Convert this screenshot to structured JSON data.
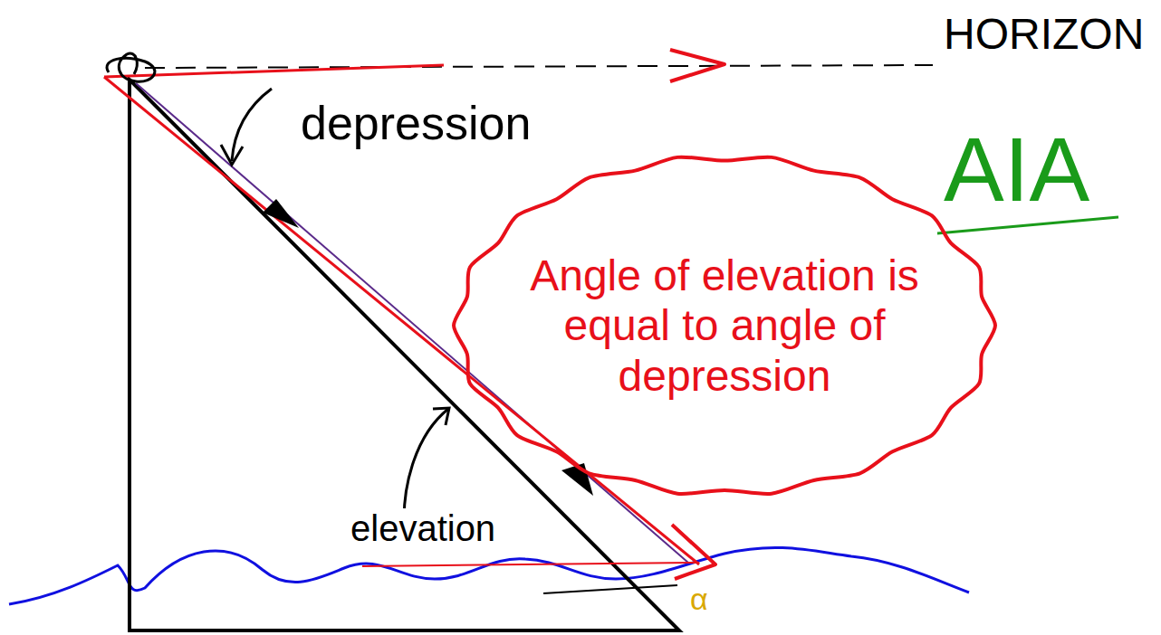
{
  "diagram": {
    "nodes": [
      {
        "text": [
          "Angle of elevation is equal to angle of depression"
        ]
      }
    ],
    "labels": [
      "HORIZON",
      "depression",
      "AIA",
      "elevation",
      "α"
    ]
  }
}
